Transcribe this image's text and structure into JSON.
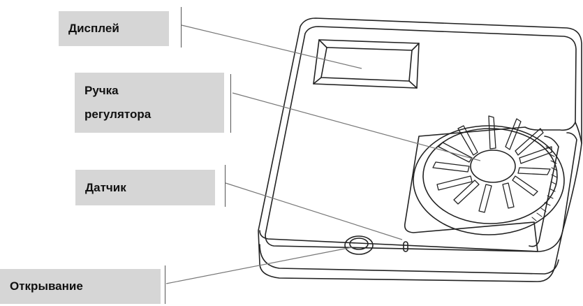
{
  "labels": {
    "display": "Дисплей",
    "knob_line1": "Ручка",
    "knob_line2": "регулятора",
    "sensor": "Датчик",
    "opening": "Открывание"
  },
  "colors": {
    "label_background": "#d6d6d6",
    "line": "#222222",
    "pointer": "#777777"
  }
}
